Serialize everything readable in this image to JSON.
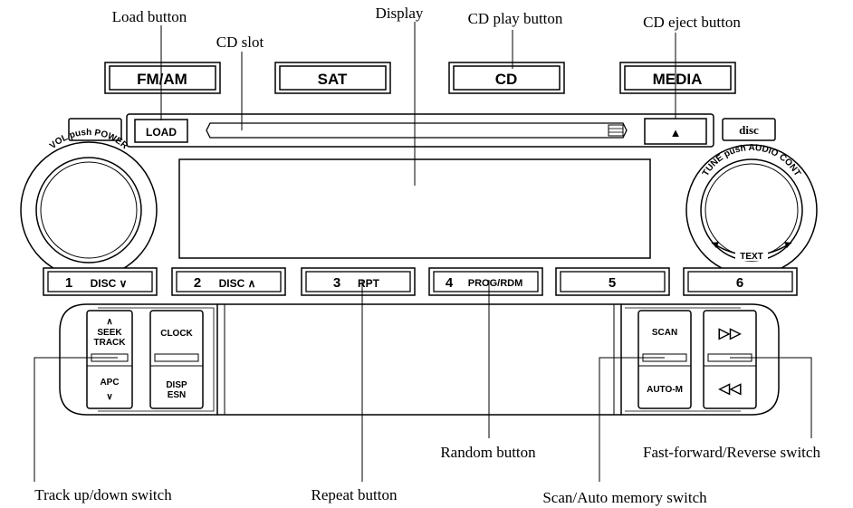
{
  "callouts": {
    "load": "Load button",
    "cd_slot": "CD slot",
    "display": "Display",
    "cd_play": "CD play button",
    "cd_eject": "CD eject button",
    "random": "Random button",
    "fast_forward": "Fast-forward/Reverse switch",
    "track": "Track up/down switch",
    "repeat": "Repeat button",
    "scan_auto": "Scan/Auto memory switch"
  },
  "top_buttons": {
    "fm_am": "FM/AM",
    "sat": "SAT",
    "cd": "CD",
    "media": "MEDIA"
  },
  "load_label": "LOAD",
  "eject_symbol": "▲",
  "cd_logo": "disc",
  "vol_knob": "VOL push POWER",
  "tune_knob": "TUNE push AUDIO CONT",
  "tune_sub": "TEXT",
  "presets": {
    "p1_num": "1",
    "p1_label": "DISC ∨",
    "p2_num": "2",
    "p2_label": "DISC ∧",
    "p3_num": "3",
    "p3_label": "RPT",
    "p4_num": "4",
    "p4_label": "PROG/RDM",
    "p5_num": "5",
    "p6_num": "6"
  },
  "left_switches": {
    "seek_up": "∧",
    "seek": "SEEK",
    "track": "TRACK",
    "apc": "APC",
    "seek_down": "∨",
    "clock": "CLOCK",
    "disp": "DISP",
    "esn": "ESN"
  },
  "right_switches": {
    "scan": "SCAN",
    "auto_m": "AUTO-M",
    "ff": "▷▷",
    "rew": "◁◁"
  }
}
